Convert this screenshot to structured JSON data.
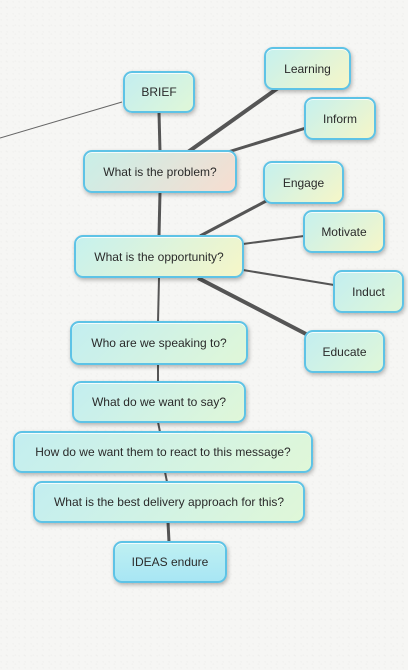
{
  "diagram": {
    "nodes": {
      "brief": "BRIEF",
      "problem": "What is the problem?",
      "opportunity": "What is the opportunity?",
      "speaking": "Who are we speaking to?",
      "say": "What do we want to say?",
      "react": "How do we want them to react to this message?",
      "delivery": "What is the best delivery approach for this?",
      "ideas": "IDEAS endure",
      "learning": "Learning",
      "inform": "Inform",
      "engage": "Engage",
      "motivate": "Motivate",
      "induct": "Induct",
      "educate": "Educate"
    },
    "colors": {
      "border": "#5ec3e6",
      "connector": "#555555",
      "text": "#2a2a2a"
    }
  }
}
